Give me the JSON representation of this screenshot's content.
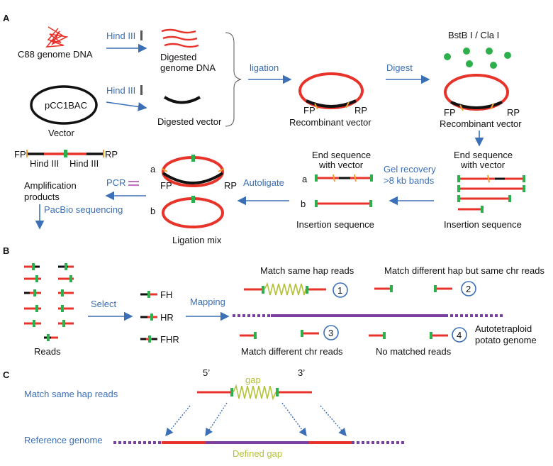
{
  "panels": {
    "a": "A",
    "b": "B",
    "c": "C"
  },
  "A": {
    "c88": "C88 genome DNA",
    "hind1": "Hind III",
    "hind2": "Hind III",
    "digested_dna_1": "Digested",
    "digested_dna_2": "genome DNA",
    "pcc1bac": "pCC1BAC",
    "vector": "Vector",
    "digested_vector": "Digested vector",
    "ligation": "ligation",
    "fp1": "FP",
    "rp1": "RP",
    "recomb1": "Recombinant vector",
    "digest": "Digest",
    "bstb": "BstB I / Cla I",
    "fp2": "FP",
    "rp2": "RP",
    "recomb2": "Recombinant vector",
    "end_seq_r1": "End sequence",
    "end_seq_r2": "with vector",
    "ins_seq_r": "Insertion sequence",
    "gel1": "Gel recovery",
    "gel2": ">8 kb bands",
    "end_seq_m1": "End sequence",
    "end_seq_m2": "with vector",
    "ins_seq_m": "Insertion sequence",
    "a_m": "a",
    "b_m": "b",
    "autoligate": "Autoligate",
    "a_l": "a",
    "b_l": "b",
    "fp3": "FP",
    "rp3": "RP",
    "ligation_mix": "Ligation mix",
    "pcr": "PCR",
    "fp4": "FP",
    "rp4": "RP",
    "hind3": "Hind III",
    "hind4": "Hind III",
    "amp1": "Amplification",
    "amp2": "products",
    "pacbio": "PacBio sequencing"
  },
  "B": {
    "reads": "Reads",
    "select": "Select",
    "fh": "FH",
    "hr": "HR",
    "fhr": "FHR",
    "mapping": "Mapping",
    "match_same": "Match same hap reads",
    "match_diff_hap": "Match different hap but same chr reads",
    "match_diff_chr": "Match different chr reads",
    "no_match": "No matched reads",
    "auto1": "Autotetraploid",
    "auto2": "potato genome",
    "n1": "1",
    "n2": "2",
    "n3": "3",
    "n4": "4"
  },
  "C": {
    "match_same": "Match same hap reads",
    "five": "5’",
    "three": "3’",
    "gap": "gap",
    "ref": "Reference genome",
    "defined_gap": "Defined gap"
  },
  "colors": {
    "red": "#e8332a",
    "black": "#1a1a1a",
    "green": "#2db04b",
    "blue": "#3b6fb6",
    "purple": "#7b3fa0",
    "yellowgreen": "#b4c23a",
    "orange": "#f0a030"
  }
}
